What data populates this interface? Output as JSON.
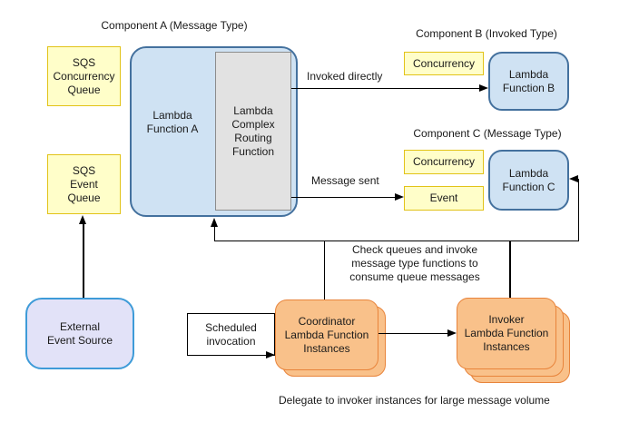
{
  "diagram": {
    "component_a": {
      "title": "Component A (Message Type)",
      "sqs_concurrency_queue": "SQS\nConcurrency\nQueue",
      "sqs_event_queue": "SQS\nEvent\nQueue",
      "lambda_function_a": "Lambda\nFunction A",
      "routing_function": "Lambda\nComplex\nRouting\nFunction"
    },
    "component_b": {
      "title": "Component B (Invoked Type)",
      "concurrency": "Concurrency",
      "lambda_function_b": "Lambda\nFunction B"
    },
    "component_c": {
      "title": "Component C (Message Type)",
      "concurrency": "Concurrency",
      "event": "Event",
      "lambda_function_c": "Lambda\nFunction C"
    },
    "external_event_source": "External\nEvent Source",
    "scheduled_invocation": "Scheduled\ninvocation",
    "coordinator_instances": "Coordinator\nLambda Function\nInstances",
    "invoker_instances": "Invoker\nLambda Function\nInstances",
    "labels": {
      "invoked_directly": "Invoked directly",
      "message_sent": "Message sent",
      "check_queues": "Check queues and invoke\nmessage type functions to\nconsume queue messages",
      "delegate_caption": "Delegate to invoker instances for large message volume"
    },
    "colors": {
      "yellow_fill": "#FFFEC9",
      "yellow_border": "#E2C318",
      "blue_fill": "#CFE2F3",
      "blue_border": "#44719E",
      "gray_fill": "#E2E2E2",
      "gray_border": "#8C8C8C",
      "orange_fill": "#F9C18A",
      "orange_border": "#E8843B",
      "lavender_fill": "#E2E2F8",
      "lavender_border": "#3E9BD8",
      "line_color": "#000000",
      "text_color": "#1A1A1A"
    }
  }
}
